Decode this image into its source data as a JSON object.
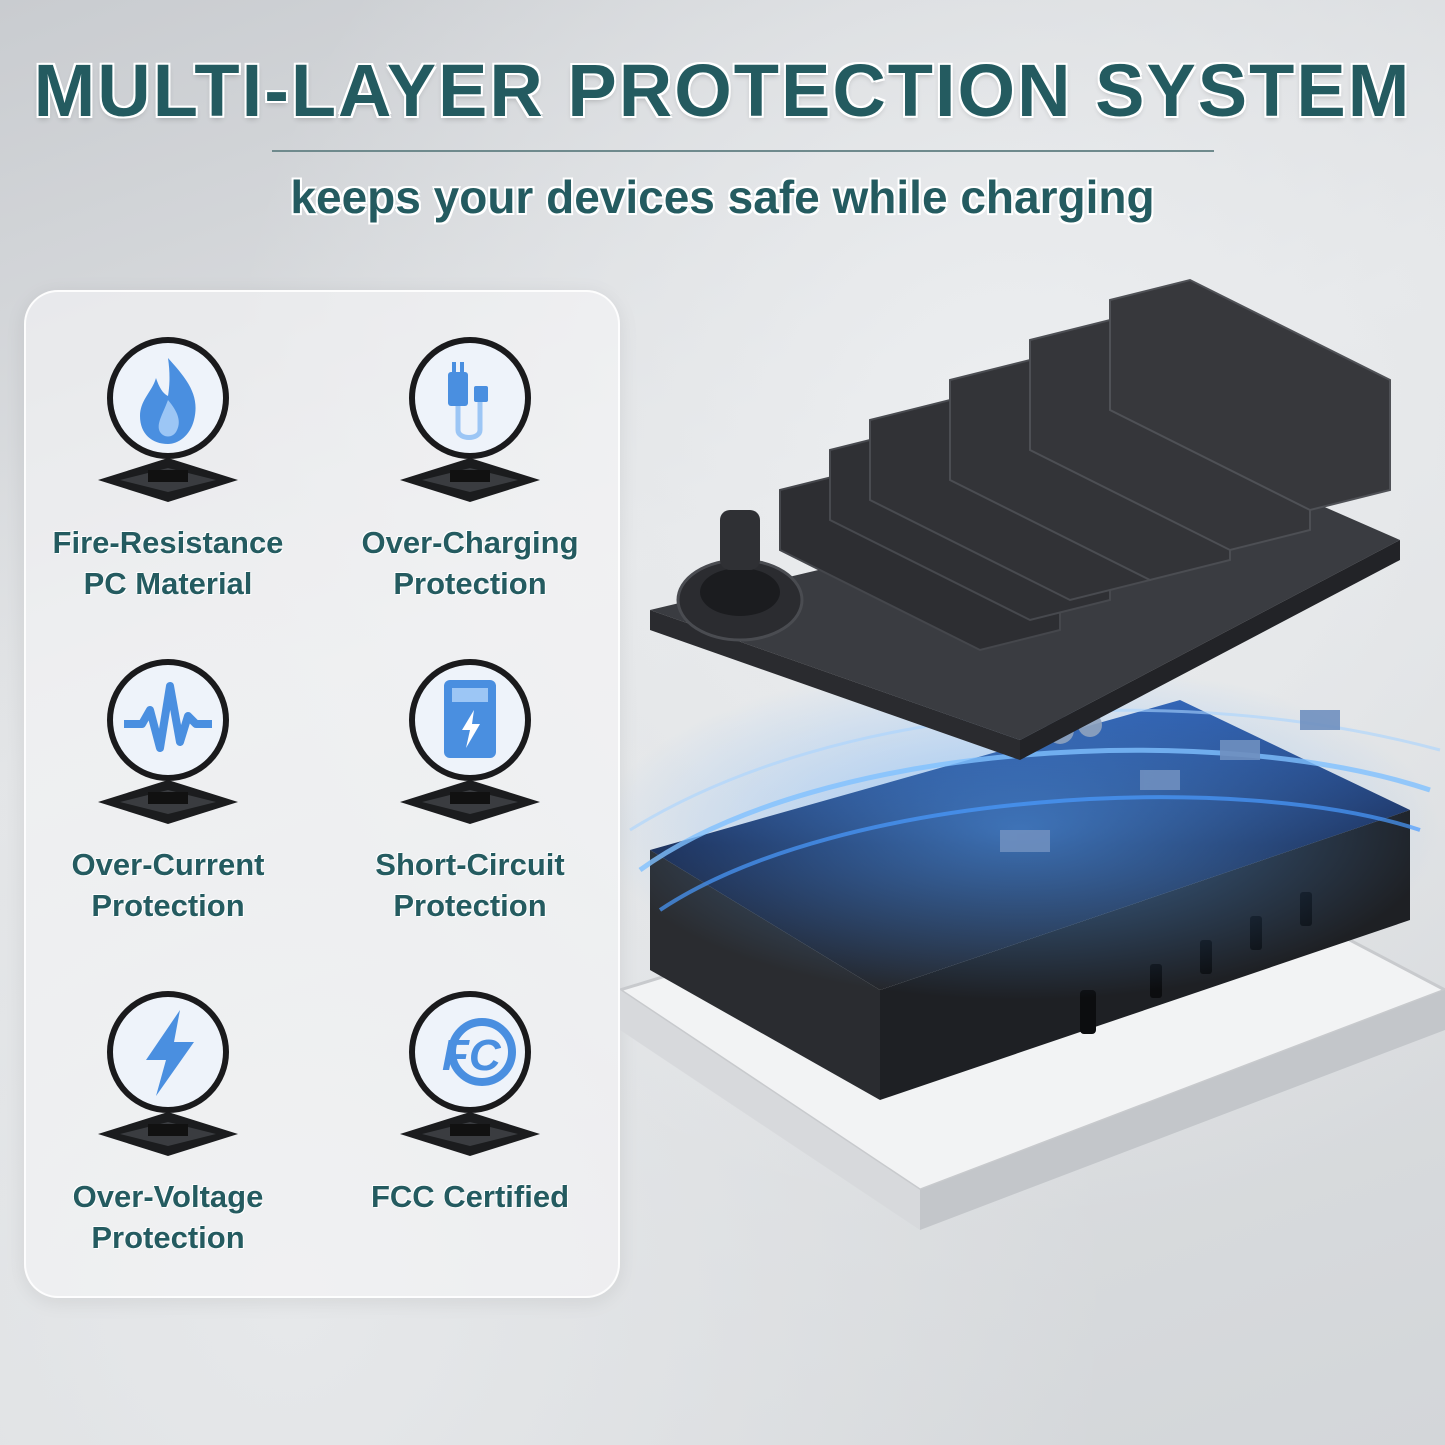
{
  "header": {
    "title": "MULTI-LAYER PROTECTION SYSTEM",
    "subtitle": "keeps your devices safe while charging"
  },
  "features": [
    {
      "line1": "Fire-Resistance",
      "line2": "PC Material",
      "icon": "flame-icon"
    },
    {
      "line1": "Over-Charging",
      "line2": "Protection",
      "icon": "charger-plug-icon"
    },
    {
      "line1": "Over-Current",
      "line2": "Protection",
      "icon": "pulse-wave-icon"
    },
    {
      "line1": "Short-Circuit",
      "line2": "Protection",
      "icon": "battery-card-icon"
    },
    {
      "line1": "Over-Voltage",
      "line2": "Protection",
      "icon": "lightning-bolt-icon"
    },
    {
      "line1": "FCC Certified",
      "line2": "",
      "icon": "fcc-logo-icon"
    }
  ],
  "fcc_logo_text": "FC",
  "colors": {
    "title": "#245b60",
    "icon_blue": "#4a8fe0",
    "glow": "#2f7cf0",
    "device": "#2a2c30"
  }
}
